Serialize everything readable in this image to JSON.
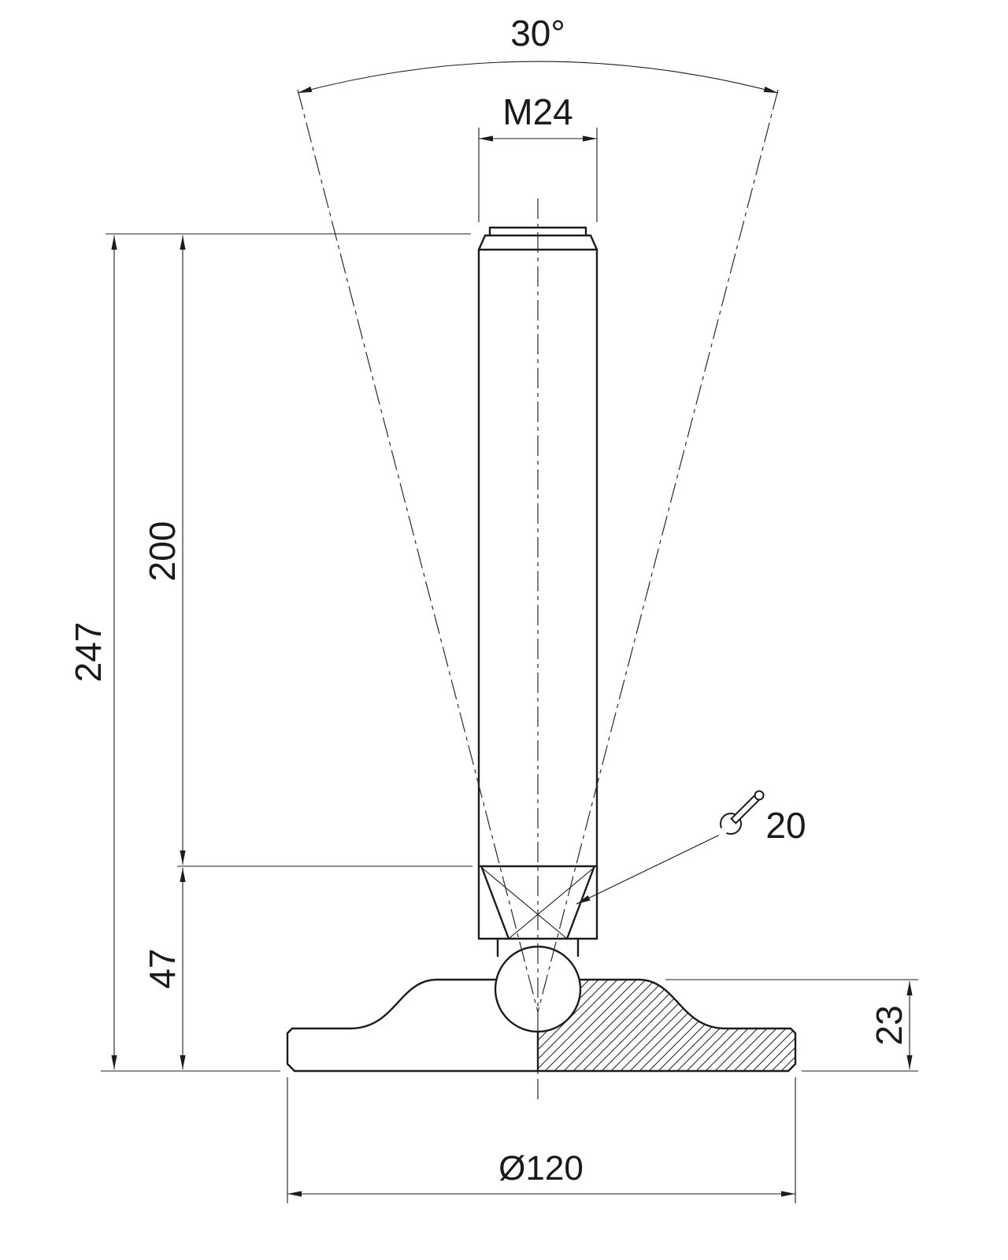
{
  "drawing": {
    "type": "technical dimension drawing",
    "subject": "adjustable levelling machine foot, side view half-section",
    "labels": {
      "swivel_angle": "30°",
      "thread_size": "M24",
      "overall_height": "247",
      "stud_length": "200",
      "foot_height": "47",
      "base_rim_height": "23",
      "base_diameter": "Ø120",
      "wrench_size": "20"
    },
    "colors": {
      "line": "#1c1c1c",
      "background": "#ffffff"
    }
  }
}
